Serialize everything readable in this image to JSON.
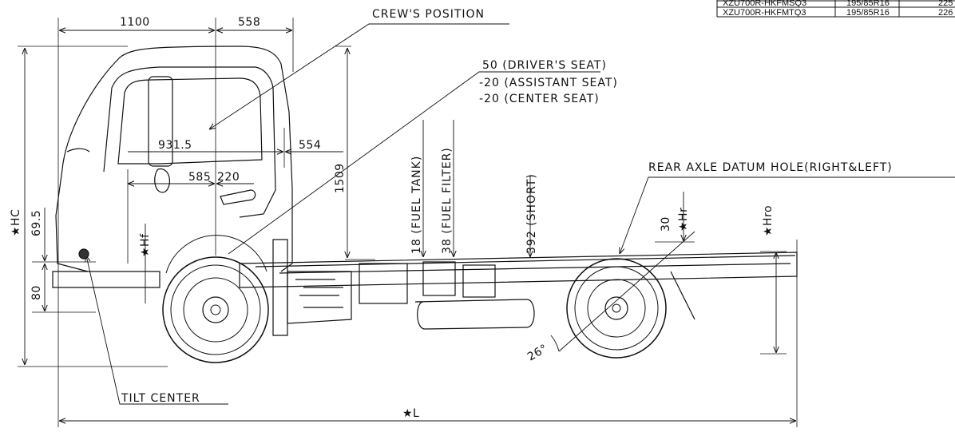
{
  "spec_table": {
    "rows": [
      {
        "model": "XZU700R-HKFMSQ3",
        "tire": "195/85R16",
        "value": "225"
      },
      {
        "model": "XZU700R-HKFMTQ3",
        "tire": "195/85R16",
        "value": "226"
      }
    ]
  },
  "labels": {
    "crews_position": "CREW'S POSITION",
    "drivers_seat": "50  (DRIVER'S SEAT)",
    "assistant_seat": "-20  (ASSISTANT SEAT)",
    "center_seat": "-20  (CENTER SEAT)",
    "rear_axle_datum": "REAR  AXLE  DATUM  HOLE(RIGHT&LEFT)",
    "tilt_center": "TILT  CENTER",
    "fuel_tank": "18 (FUEL  TANK)",
    "fuel_filter": "38 (FUEL  FILTER)",
    "short": "392 (SHORT)"
  },
  "dimensions": {
    "d1100": "1100",
    "d558": "558",
    "d931": "931.5",
    "d554": "554",
    "d585": "585",
    "d220": "220",
    "d1509": "1509",
    "d69": "69.5",
    "d80": "80",
    "d30": "30",
    "d26": "26°",
    "hc": "★HC",
    "hf": "★Hf",
    "hr": "★Hr",
    "hro": "★Hro",
    "l": "★L"
  }
}
